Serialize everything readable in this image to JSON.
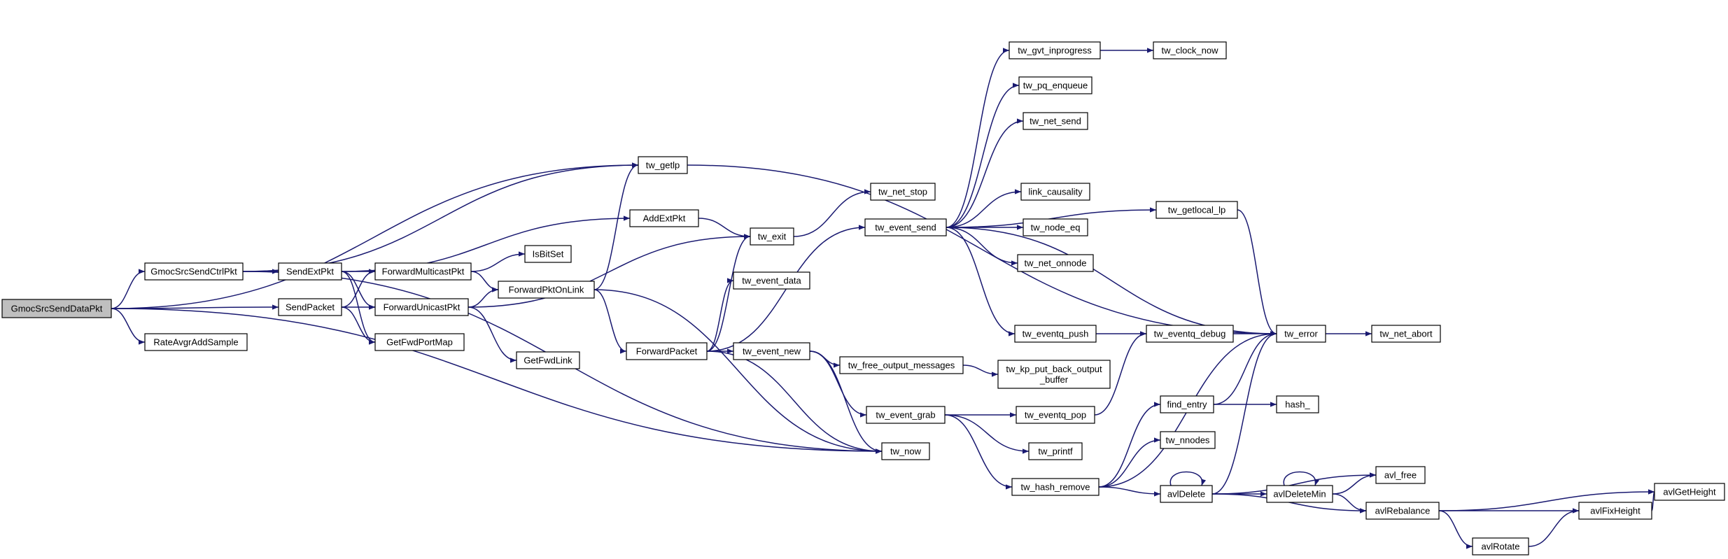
{
  "graph": {
    "edge_color": "#191970",
    "root_fill": "#bfbfbf",
    "nodes": [
      {
        "id": "gmoc_src_send_data",
        "label": "GmocSrcSendDataPkt",
        "root": true
      },
      {
        "id": "gmoc_src_send_ctrl",
        "label": "GmocSrcSendCtrlPkt"
      },
      {
        "id": "rate_avgr_add_sample",
        "label": "RateAvgrAddSample"
      },
      {
        "id": "send_ext_pkt",
        "label": "SendExtPkt"
      },
      {
        "id": "send_packet",
        "label": "SendPacket"
      },
      {
        "id": "forward_multicast",
        "label": "ForwardMulticastPkt"
      },
      {
        "id": "forward_unicast",
        "label": "ForwardUnicastPkt"
      },
      {
        "id": "get_fwd_port_map",
        "label": "GetFwdPortMap"
      },
      {
        "id": "is_bit_set",
        "label": "IsBitSet"
      },
      {
        "id": "forward_pkt_on_link",
        "label": "ForwardPktOnLink"
      },
      {
        "id": "get_fwd_link",
        "label": "GetFwdLink"
      },
      {
        "id": "tw_getlp",
        "label": "tw_getlp"
      },
      {
        "id": "add_ext_pkt",
        "label": "AddExtPkt"
      },
      {
        "id": "forward_packet",
        "label": "ForwardPacket"
      },
      {
        "id": "tw_exit",
        "label": "tw_exit"
      },
      {
        "id": "tw_event_data",
        "label": "tw_event_data"
      },
      {
        "id": "tw_event_new",
        "label": "tw_event_new"
      },
      {
        "id": "tw_net_stop",
        "label": "tw_net_stop"
      },
      {
        "id": "tw_event_send",
        "label": "tw_event_send"
      },
      {
        "id": "tw_free_output_messages",
        "label": "tw_free_output_messages"
      },
      {
        "id": "tw_event_grab",
        "label": "tw_event_grab"
      },
      {
        "id": "tw_now",
        "label": "tw_now"
      },
      {
        "id": "tw_gvt_inprogress",
        "label": "tw_gvt_inprogress"
      },
      {
        "id": "tw_pq_enqueue",
        "label": "tw_pq_enqueue"
      },
      {
        "id": "tw_net_send",
        "label": "tw_net_send"
      },
      {
        "id": "link_causality",
        "label": "link_causality"
      },
      {
        "id": "tw_node_eq",
        "label": "tw_node_eq"
      },
      {
        "id": "tw_net_onnode",
        "label": "tw_net_onnode"
      },
      {
        "id": "tw_eventq_push",
        "label": "tw_eventq_push"
      },
      {
        "id": "tw_kp_put_back",
        "label": "tw_kp_put_back_output\n_buffer"
      },
      {
        "id": "tw_eventq_pop",
        "label": "tw_eventq_pop"
      },
      {
        "id": "tw_printf",
        "label": "tw_printf"
      },
      {
        "id": "tw_hash_remove",
        "label": "tw_hash_remove"
      },
      {
        "id": "tw_clock_now",
        "label": "tw_clock_now"
      },
      {
        "id": "tw_getlocal_lp",
        "label": "tw_getlocal_lp"
      },
      {
        "id": "tw_eventq_debug",
        "label": "tw_eventq_debug"
      },
      {
        "id": "find_entry",
        "label": "find_entry"
      },
      {
        "id": "tw_nnodes",
        "label": "tw_nnodes"
      },
      {
        "id": "avl_delete",
        "label": "avlDelete"
      },
      {
        "id": "tw_error",
        "label": "tw_error"
      },
      {
        "id": "hash_",
        "label": "hash_"
      },
      {
        "id": "avl_delete_min",
        "label": "avlDeleteMin"
      },
      {
        "id": "tw_net_abort",
        "label": "tw_net_abort"
      },
      {
        "id": "avl_free",
        "label": "avl_free"
      },
      {
        "id": "avl_rebalance",
        "label": "avlRebalance"
      },
      {
        "id": "avl_rotate",
        "label": "avlRotate"
      },
      {
        "id": "avl_fix_height",
        "label": "avlFixHeight"
      },
      {
        "id": "avl_get_height",
        "label": "avlGetHeight"
      }
    ],
    "edges": [
      [
        "gmoc_src_send_data",
        "gmoc_src_send_ctrl"
      ],
      [
        "gmoc_src_send_data",
        "send_packet"
      ],
      [
        "gmoc_src_send_data",
        "rate_avgr_add_sample"
      ],
      [
        "gmoc_src_send_data",
        "tw_getlp"
      ],
      [
        "gmoc_src_send_data",
        "tw_now"
      ],
      [
        "gmoc_src_send_ctrl",
        "send_ext_pkt"
      ],
      [
        "gmoc_src_send_ctrl",
        "tw_getlp"
      ],
      [
        "gmoc_src_send_ctrl",
        "tw_now"
      ],
      [
        "send_ext_pkt",
        "add_ext_pkt"
      ],
      [
        "send_ext_pkt",
        "forward_multicast"
      ],
      [
        "send_ext_pkt",
        "forward_unicast"
      ],
      [
        "send_ext_pkt",
        "get_fwd_port_map"
      ],
      [
        "send_packet",
        "forward_multicast"
      ],
      [
        "send_packet",
        "forward_unicast"
      ],
      [
        "send_packet",
        "get_fwd_port_map"
      ],
      [
        "forward_multicast",
        "is_bit_set"
      ],
      [
        "forward_multicast",
        "forward_pkt_on_link"
      ],
      [
        "forward_unicast",
        "forward_pkt_on_link"
      ],
      [
        "forward_unicast",
        "get_fwd_link"
      ],
      [
        "forward_unicast",
        "tw_exit"
      ],
      [
        "forward_pkt_on_link",
        "tw_getlp"
      ],
      [
        "forward_pkt_on_link",
        "forward_packet"
      ],
      [
        "forward_pkt_on_link",
        "tw_now"
      ],
      [
        "add_ext_pkt",
        "tw_exit"
      ],
      [
        "tw_getlp",
        "tw_error"
      ],
      [
        "tw_exit",
        "tw_net_stop"
      ],
      [
        "forward_packet",
        "tw_exit"
      ],
      [
        "forward_packet",
        "tw_event_data"
      ],
      [
        "forward_packet",
        "tw_event_new"
      ],
      [
        "forward_packet",
        "tw_event_send"
      ],
      [
        "forward_packet",
        "tw_now"
      ],
      [
        "tw_event_new",
        "tw_free_output_messages"
      ],
      [
        "tw_event_new",
        "tw_event_grab"
      ],
      [
        "tw_event_new",
        "tw_now"
      ],
      [
        "tw_event_send",
        "tw_gvt_inprogress"
      ],
      [
        "tw_event_send",
        "tw_pq_enqueue"
      ],
      [
        "tw_event_send",
        "tw_net_send"
      ],
      [
        "tw_event_send",
        "link_causality"
      ],
      [
        "tw_event_send",
        "tw_node_eq"
      ],
      [
        "tw_event_send",
        "tw_net_onnode"
      ],
      [
        "tw_event_send",
        "tw_eventq_push"
      ],
      [
        "tw_event_send",
        "tw_getlocal_lp"
      ],
      [
        "tw_event_send",
        "tw_error"
      ],
      [
        "tw_free_output_messages",
        "tw_kp_put_back"
      ],
      [
        "tw_event_grab",
        "tw_eventq_pop"
      ],
      [
        "tw_event_grab",
        "tw_printf"
      ],
      [
        "tw_event_grab",
        "tw_hash_remove"
      ],
      [
        "tw_gvt_inprogress",
        "tw_clock_now"
      ],
      [
        "tw_eventq_push",
        "tw_eventq_debug"
      ],
      [
        "tw_eventq_pop",
        "tw_eventq_debug"
      ],
      [
        "tw_hash_remove",
        "find_entry"
      ],
      [
        "tw_hash_remove",
        "tw_nnodes"
      ],
      [
        "tw_hash_remove",
        "avl_delete"
      ],
      [
        "tw_hash_remove",
        "tw_error"
      ],
      [
        "tw_getlocal_lp",
        "tw_error"
      ],
      [
        "tw_eventq_debug",
        "tw_error"
      ],
      [
        "find_entry",
        "tw_error"
      ],
      [
        "find_entry",
        "hash_"
      ],
      [
        "avl_delete",
        "avl_delete"
      ],
      [
        "avl_delete",
        "avl_delete_min"
      ],
      [
        "avl_delete",
        "avl_rebalance"
      ],
      [
        "avl_delete",
        "tw_error"
      ],
      [
        "avl_delete_min",
        "avl_delete_min"
      ],
      [
        "avl_delete_min",
        "avl_free"
      ],
      [
        "avl_delete_min",
        "avl_rebalance"
      ],
      [
        "avl_delete",
        "avl_free"
      ],
      [
        "avl_rebalance",
        "avl_rotate"
      ],
      [
        "avl_rebalance",
        "avl_fix_height"
      ],
      [
        "avl_rebalance",
        "avl_get_height"
      ],
      [
        "avl_rotate",
        "avl_fix_height"
      ],
      [
        "avl_fix_height",
        "avl_get_height"
      ],
      [
        "tw_error",
        "tw_net_abort"
      ]
    ]
  }
}
